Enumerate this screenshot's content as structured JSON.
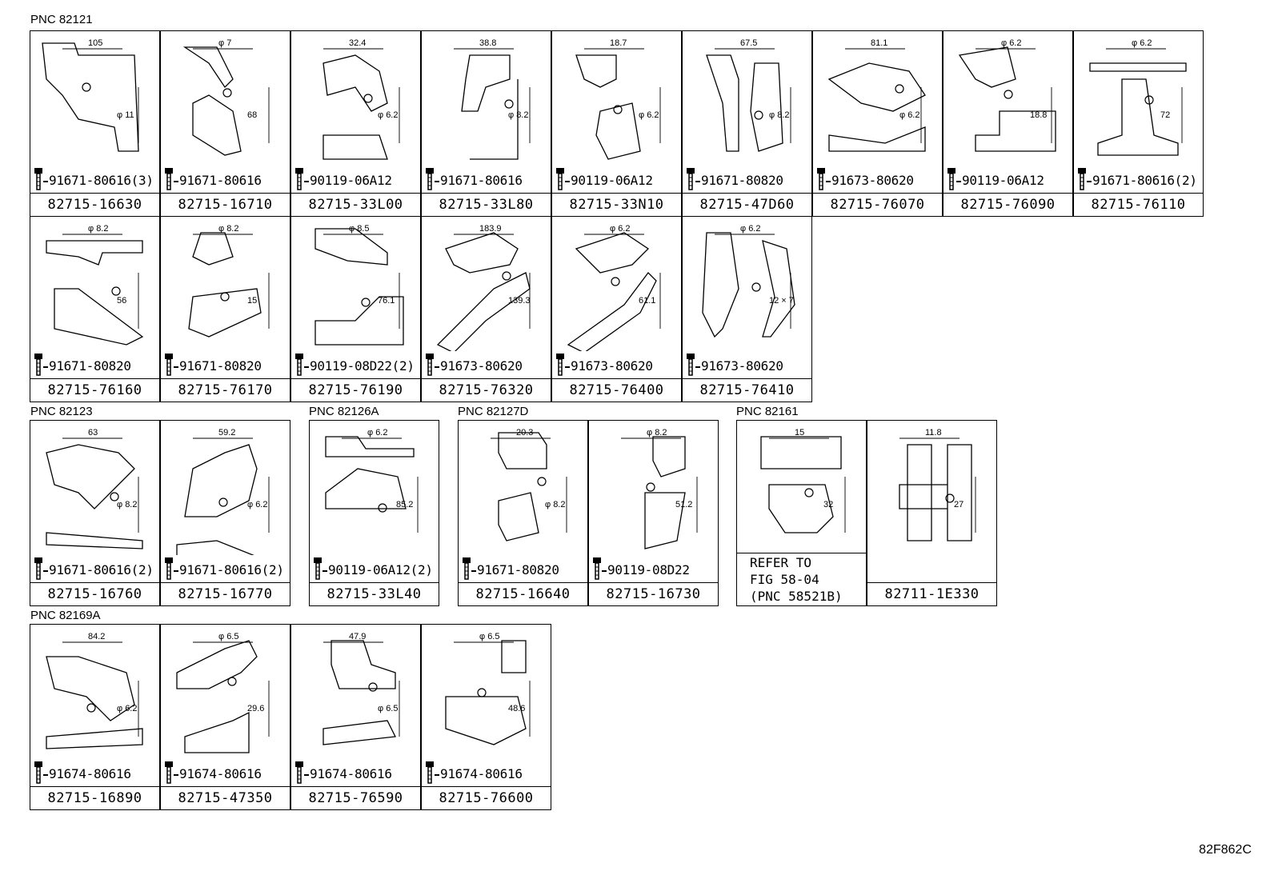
{
  "groups": [
    {
      "pnc": "PNC 82121"
    },
    {
      "pnc": "PNC 82123"
    },
    {
      "pnc": "PNC 82126A"
    },
    {
      "pnc": "PNC 82127D"
    },
    {
      "pnc": "PNC 82161"
    },
    {
      "pnc": "PNC 82169A"
    }
  ],
  "cells": [
    {
      "part": "82715-16630",
      "fastener": "91671-80616(3)",
      "dims": [
        "105",
        "φ 11"
      ]
    },
    {
      "part": "82715-16710",
      "fastener": "91671-80616",
      "dims": [
        "φ 7",
        "68"
      ]
    },
    {
      "part": "82715-33L00",
      "fastener": "90119-06A12",
      "dims": [
        "32.4",
        "φ 6.2"
      ]
    },
    {
      "part": "82715-33L80",
      "fastener": "91671-80616",
      "dims": [
        "38.8",
        "φ 8.2"
      ]
    },
    {
      "part": "82715-33N10",
      "fastener": "90119-06A12",
      "dims": [
        "18.7",
        "φ 6.2"
      ]
    },
    {
      "part": "82715-47D60",
      "fastener": "91671-80820",
      "dims": [
        "67.5",
        "φ 8.2"
      ]
    },
    {
      "part": "82715-76070",
      "fastener": "91673-80620",
      "dims": [
        "81.1",
        "φ 6.2"
      ]
    },
    {
      "part": "82715-76090",
      "fastener": "90119-06A12",
      "dims": [
        "φ 6.2",
        "18.8"
      ]
    },
    {
      "part": "82715-76110",
      "fastener": "91671-80616(2)",
      "dims": [
        "φ 6.2",
        "72"
      ]
    },
    {
      "part": "82715-76160",
      "fastener": "91671-80820",
      "dims": [
        "φ 8.2",
        "56"
      ]
    },
    {
      "part": "82715-76170",
      "fastener": "91671-80820",
      "dims": [
        "φ 8.2",
        "15"
      ]
    },
    {
      "part": "82715-76190",
      "fastener": "90119-08D22(2)",
      "dims": [
        "φ 8.5",
        "76.1"
      ]
    },
    {
      "part": "82715-76320",
      "fastener": "91673-80620",
      "dims": [
        "183.9",
        "139.3"
      ]
    },
    {
      "part": "82715-76400",
      "fastener": "91673-80620",
      "dims": [
        "φ 6.2",
        "61.1"
      ]
    },
    {
      "part": "82715-76410",
      "fastener": "91673-80620",
      "dims": [
        "φ 6.2",
        "12 × 7"
      ]
    },
    {
      "part": "82715-16760",
      "fastener": "91671-80616(2)",
      "dims": [
        "63",
        "φ 8.2"
      ]
    },
    {
      "part": "82715-16770",
      "fastener": "91671-80616(2)",
      "dims": [
        "59.2",
        "φ 6.2"
      ]
    },
    {
      "part": "82715-33L40",
      "fastener": "90119-06A12(2)",
      "dims": [
        "φ 6.2",
        "85.2"
      ]
    },
    {
      "part": "82715-16640",
      "fastener": "91671-80820",
      "dims": [
        "20.3",
        "φ 8.2"
      ]
    },
    {
      "part": "82715-16730",
      "fastener": "90119-08D22",
      "dims": [
        "φ 8.2",
        "51.2"
      ]
    },
    {
      "part": "",
      "fastener": "",
      "note": "REFER TO\nFIG 58-04\n(PNC 58521B)",
      "dims": [
        "15",
        "32"
      ]
    },
    {
      "part": "82711-1E330",
      "fastener": "",
      "dims": [
        "11.8",
        "27"
      ]
    },
    {
      "part": "82715-16890",
      "fastener": "91674-80616",
      "dims": [
        "84.2",
        "φ 6.2"
      ]
    },
    {
      "part": "82715-47350",
      "fastener": "91674-80616",
      "dims": [
        "φ 6.5",
        "29.6"
      ]
    },
    {
      "part": "82715-76590",
      "fastener": "91674-80616",
      "dims": [
        "47.9",
        "φ 6.5"
      ]
    },
    {
      "part": "82715-76600",
      "fastener": "91674-80616",
      "dims": [
        "φ 6.5",
        "48.6"
      ]
    }
  ],
  "figure_code": "82F862C"
}
